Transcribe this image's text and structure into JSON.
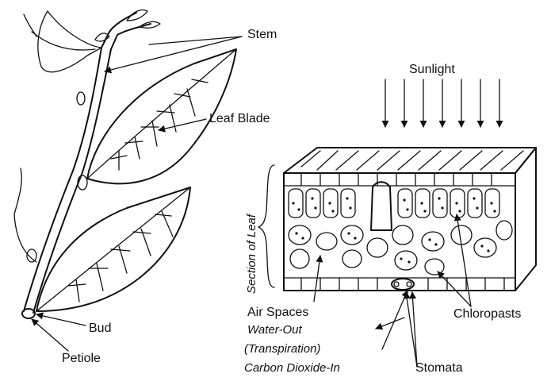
{
  "labels": {
    "stem": "Stem",
    "leaf_blade": "Leaf Blade",
    "bud": "Bud",
    "petiole": "Petiole",
    "sunlight": "Sunlight",
    "section_of_leaf": "Section of Leaf",
    "air_spaces": "Air Spaces",
    "water_out": "Water-Out",
    "transpiration": "(Transpiration)",
    "carbon_dioxide_in": "Carbon Dioxide-In",
    "chloroplasts": "Chloropasts",
    "stomata": "Stomata"
  }
}
